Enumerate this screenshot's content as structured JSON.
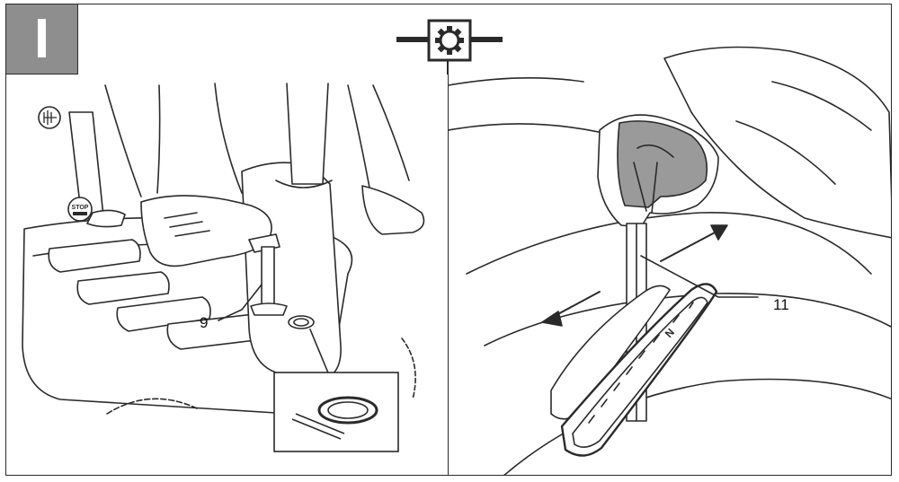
{
  "section": {
    "label": "I"
  },
  "badge": {
    "icon": "gear-icon"
  },
  "left_panel": {
    "callout": "9",
    "icons": [
      "throttle-pedal-icon",
      "stop-pedal-icon"
    ],
    "stop_text": "STOP"
  },
  "right_panel": {
    "callout": "11",
    "gate_labels": [
      "N"
    ]
  },
  "colors": {
    "line": "#2a2a2a",
    "grip": "#9a9a9a",
    "section_bg": "#8e8e8e"
  }
}
